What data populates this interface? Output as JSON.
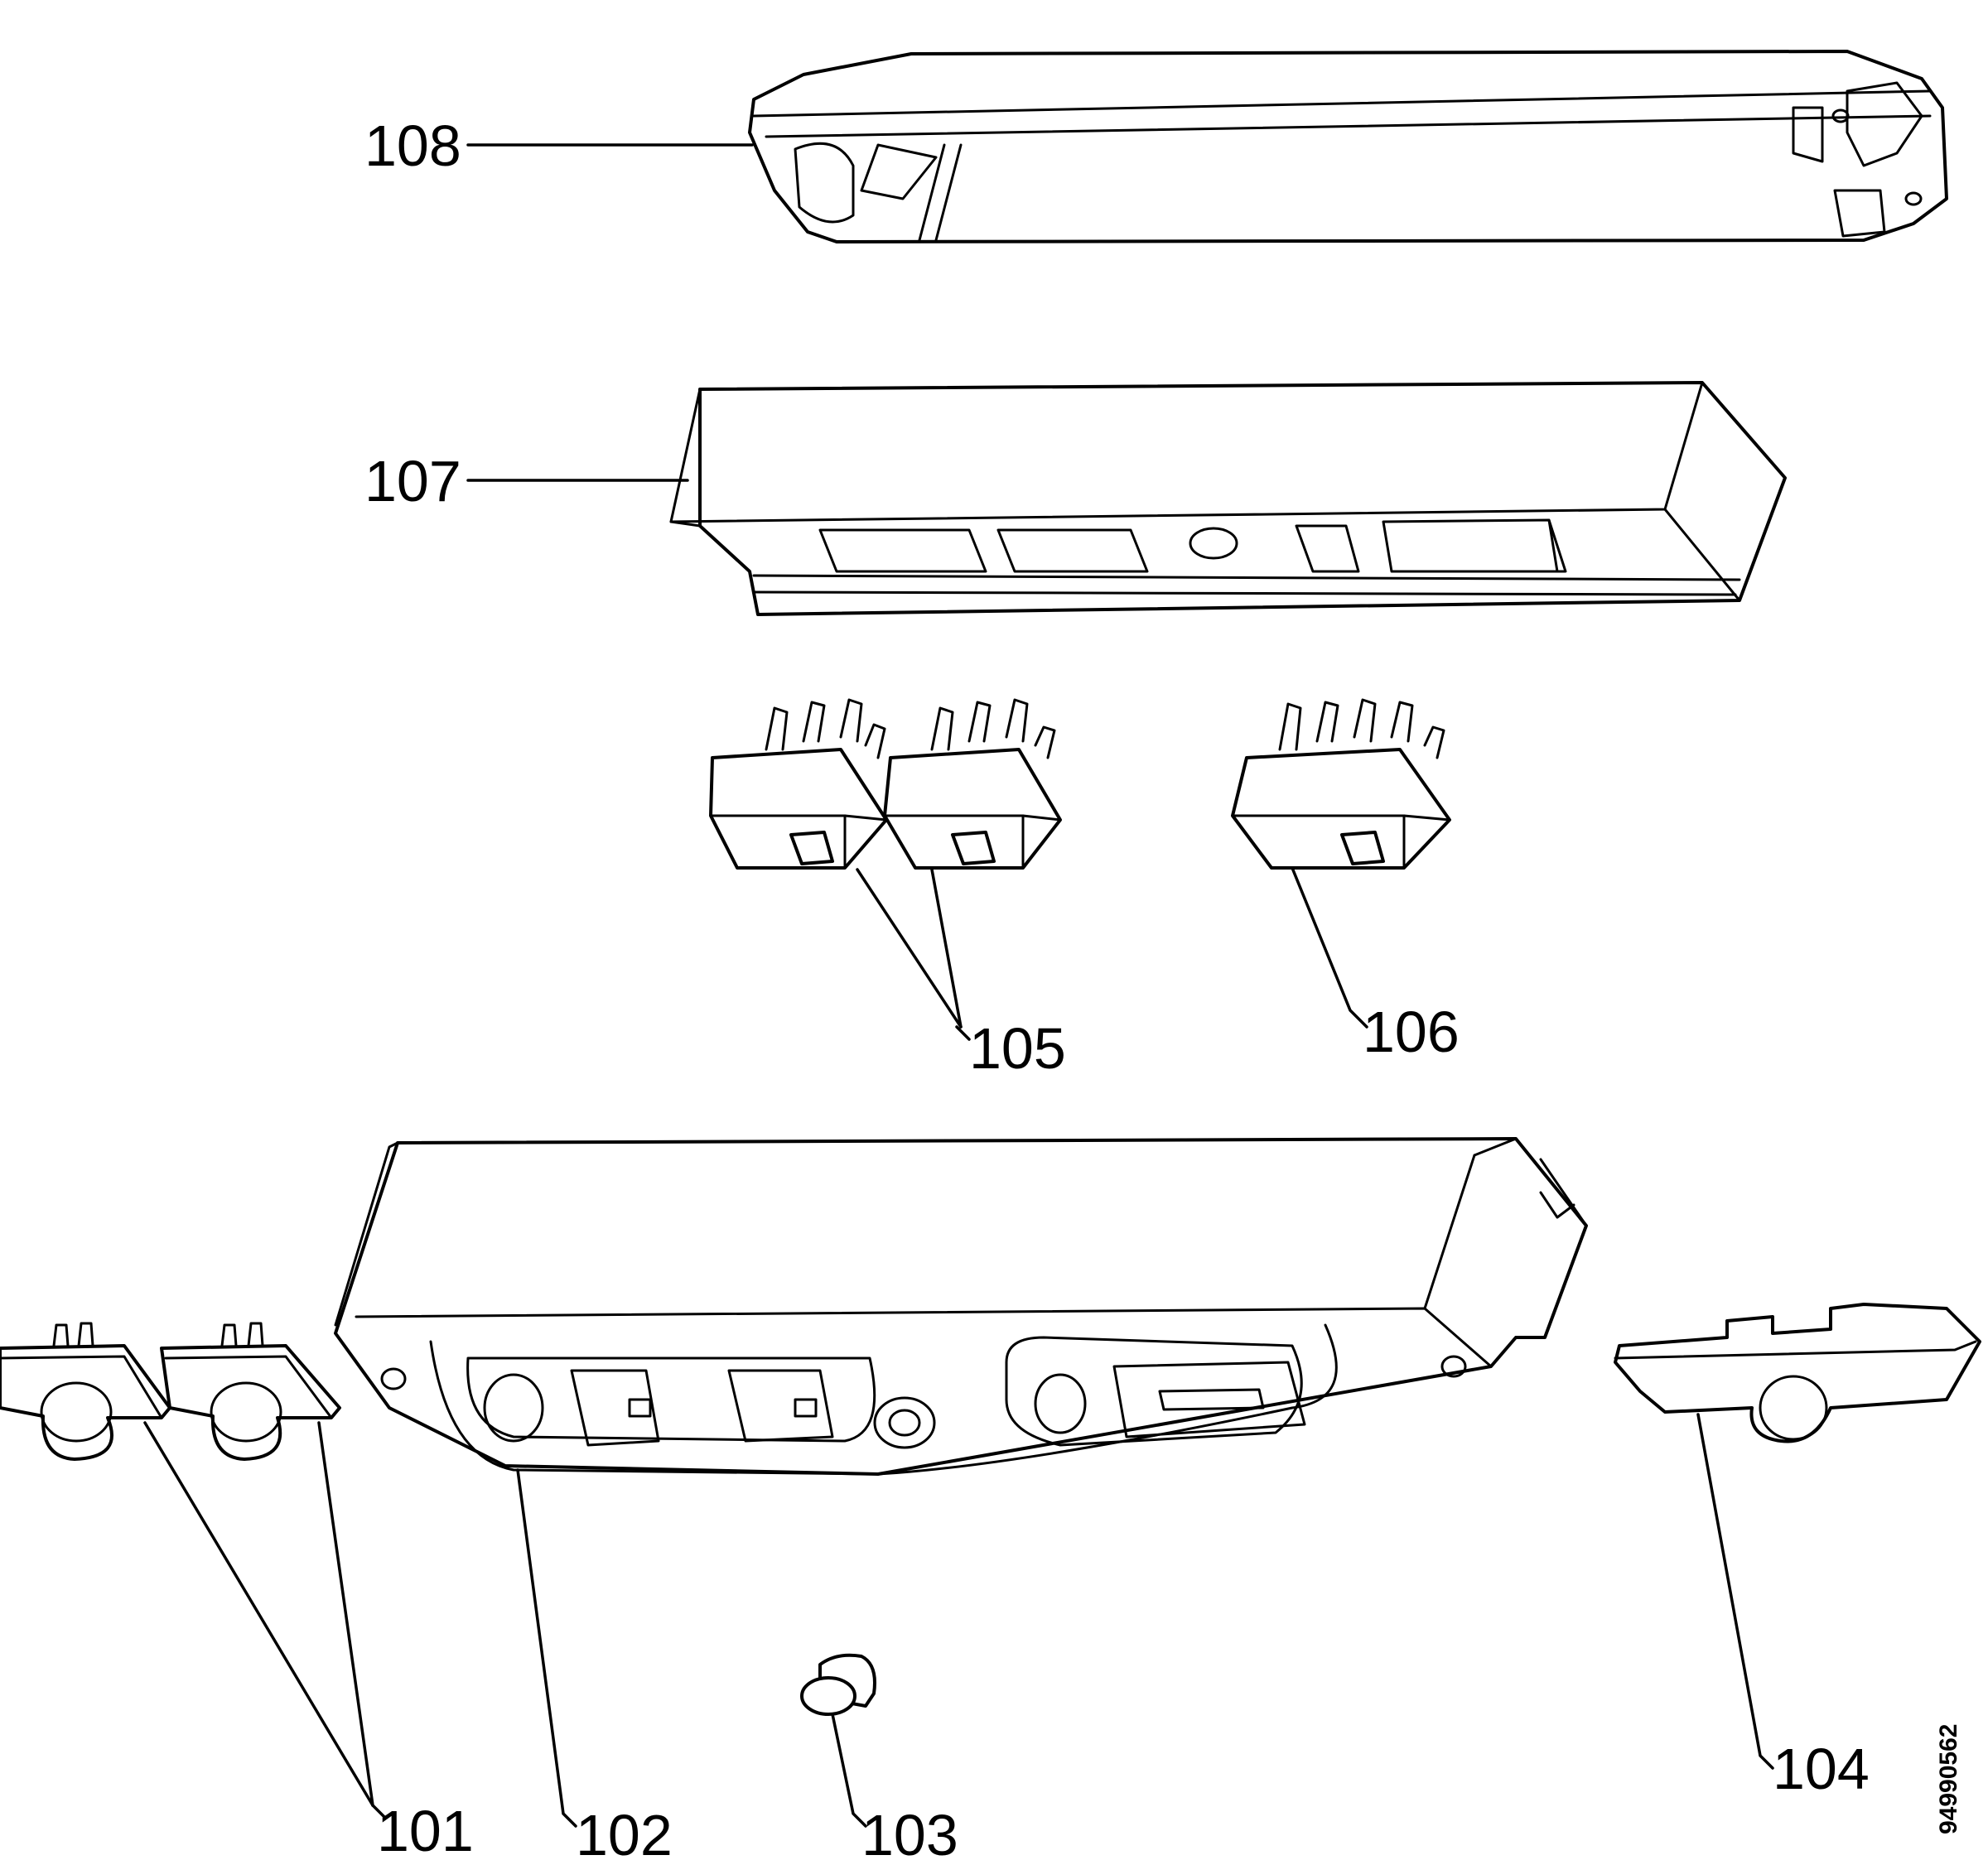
{
  "diagram": {
    "callouts": {
      "c101": "101",
      "c102": "102",
      "c103": "103",
      "c104": "104",
      "c105": "105",
      "c106": "106",
      "c107": "107",
      "c108": "108"
    },
    "document_number": "94990562",
    "colors": {
      "ink": "#000000",
      "paper": "#ffffff"
    }
  }
}
